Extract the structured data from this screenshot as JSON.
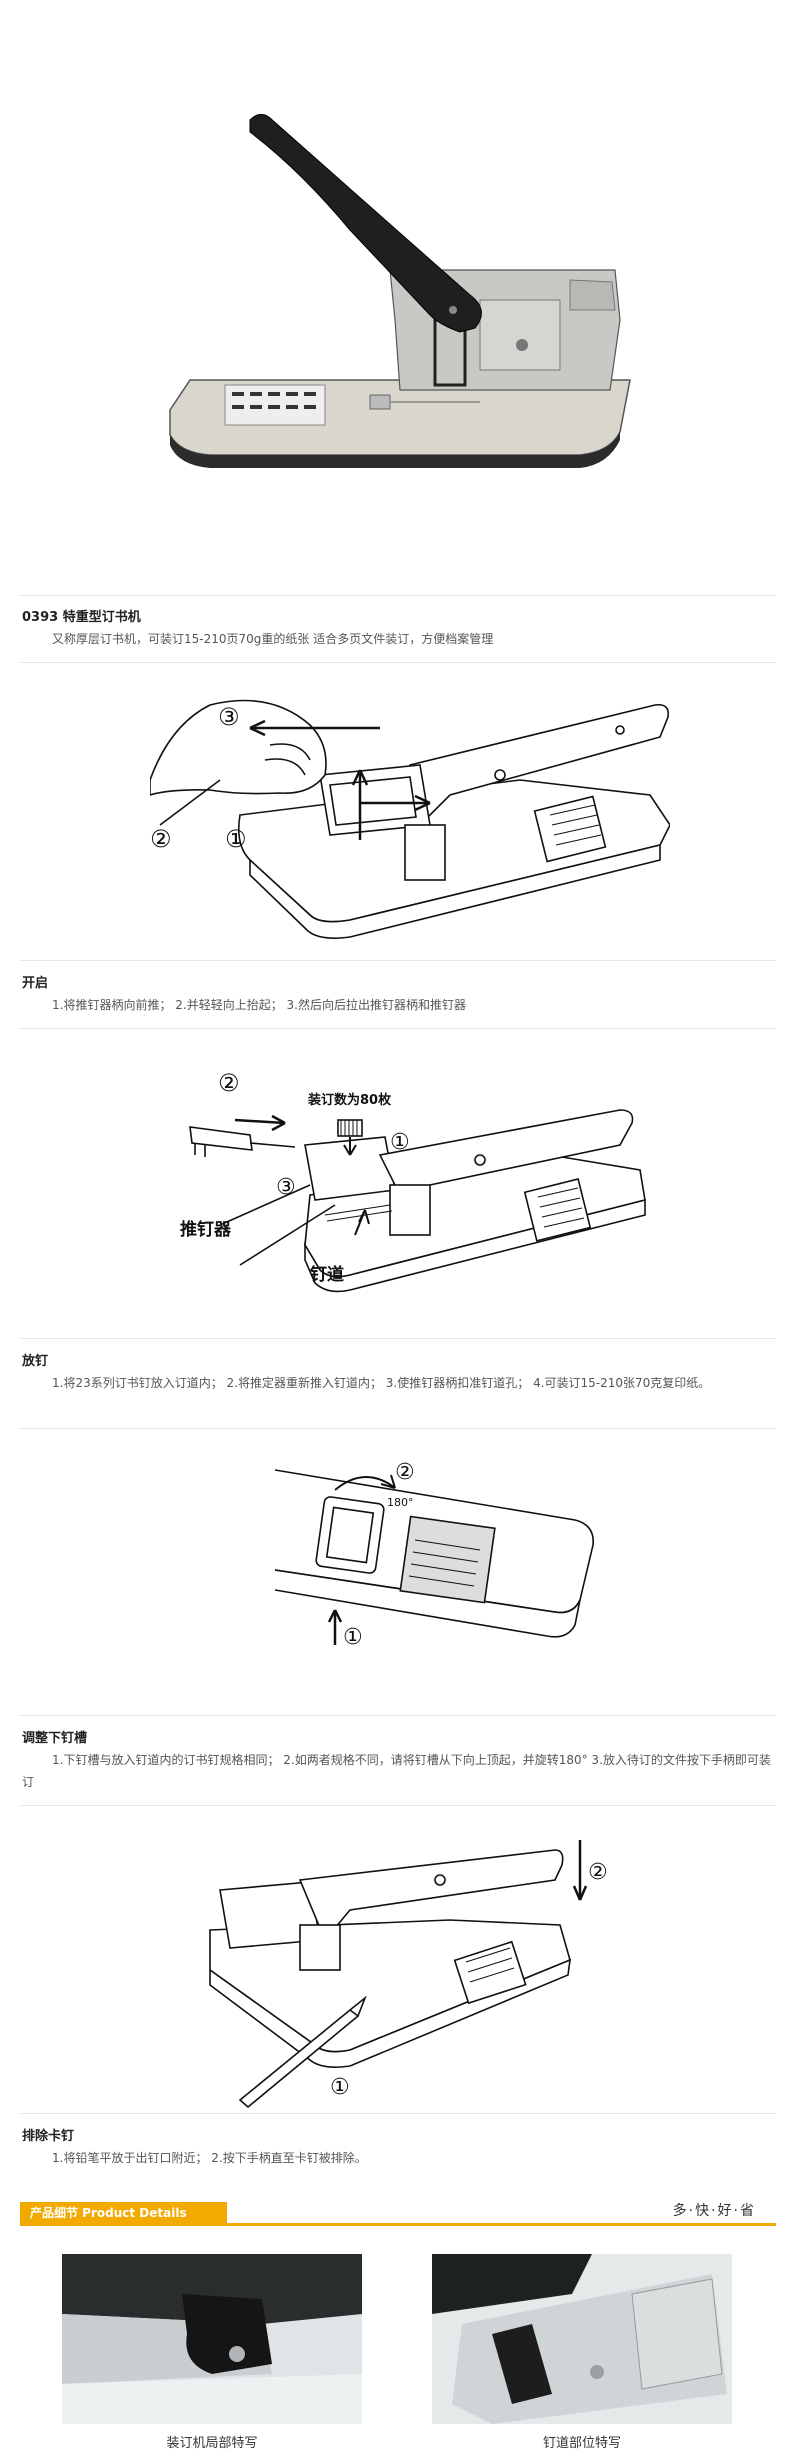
{
  "product": {
    "code_title": "0393 特重型订书机",
    "desc": "又称厚层订书机，可装订15-210页70g重的纸张 适合多页文件装订，方便档案管理"
  },
  "fig1": {
    "step1": "①",
    "step2": "②",
    "step3": "③"
  },
  "section_open": {
    "title": "开启",
    "body": "1.将推钉器柄向前推； 2.并轻轻向上抬起； 3.然后向后拉出推钉器柄和推钉器"
  },
  "fig2": {
    "step1": "①",
    "step2": "②",
    "step3": "③",
    "capacity": "装订数为80枚",
    "pusher": "推钉器",
    "channel": "钉道"
  },
  "section_load": {
    "title": "放钉",
    "body": "1.将23系列订书钉放入订道内； 2.将推定器重新推入钉道内； 3.使推钉器柄扣准钉道孔； 4.可装订15-210张70克复印纸。"
  },
  "fig3": {
    "step1": "①",
    "step2": "②",
    "angle": "180°"
  },
  "section_adjust": {
    "title": "调整下钉槽",
    "body": "1.下钉槽与放入钉道内的订书钉规格相同； 2.如两者规格不同，请将钉槽从下向上顶起，并旋转180° 3.放入待订的文件按下手柄即可装订"
  },
  "fig4": {
    "step1": "①",
    "step2": "②"
  },
  "section_jam": {
    "title": "排除卡钉",
    "body": "1.将铅笔平放于出钉口附近； 2.按下手柄直至卡钉被排除。"
  },
  "banner": {
    "tab": "产品细节 Product Details",
    "slogan": "多·快·好·省"
  },
  "details": {
    "left_caption": "装订机局部特写",
    "right_caption": "钉道部位特写"
  },
  "colors": {
    "accent": "#f2a900"
  }
}
